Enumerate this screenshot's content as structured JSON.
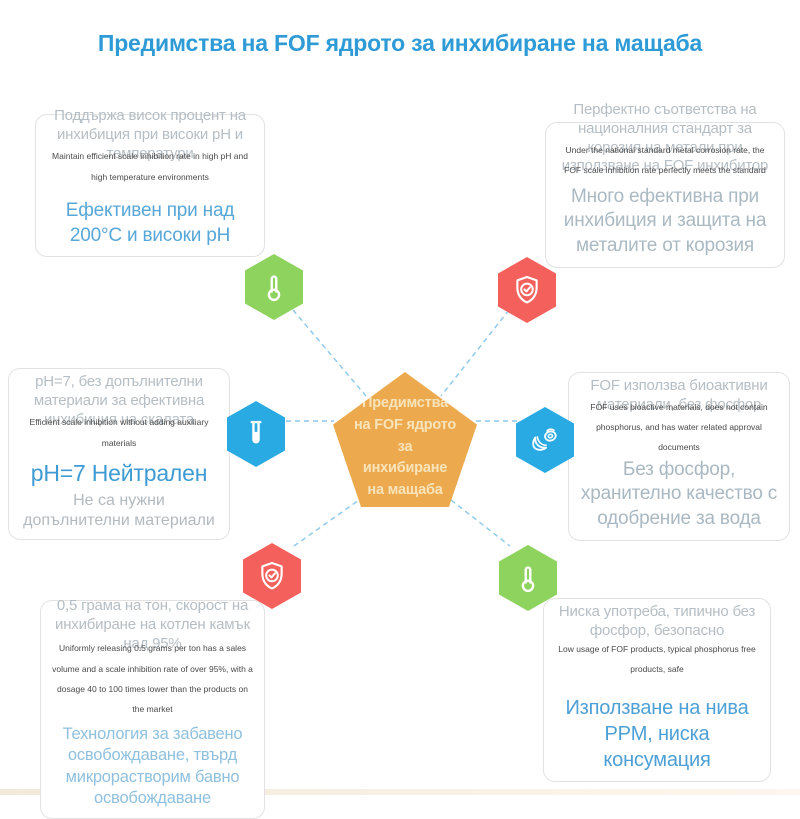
{
  "title": "Предимства на FOF ядрото за инхибиране на мащаба",
  "center": {
    "full_text": "Предимства на FOF ядрото за инхибиране на мащаба",
    "lines": [
      "Предимства",
      "на FOF ядрото",
      "за",
      "инхибиране",
      "на мащаба"
    ],
    "color": "#eda94e"
  },
  "cards": [
    {
      "position": "top-left",
      "heading": "Поддържа висок процент на инхибиция при високи pH и температури",
      "subtext": "Maintain efficient scale inhibition rate in high pH and high temperature environments",
      "highlight": "Ефективен при над 200°C и високи pH",
      "highlight_color": "#57a7d8"
    },
    {
      "position": "top-right",
      "heading": "Перфектно съответства на националния стандарт за корозия на метали при използване на FOF инхибитор",
      "subtext": "Under the national standard metal corrosion rate, the FOF scale inhibition rate perfectly meets the standard",
      "highlight": "Много ефективна при инхибиция и защита на металите от корозия",
      "highlight_color": "#aab9c2"
    },
    {
      "position": "middle-left",
      "heading": "pH=7, без допълнителни материали за ефективна инхибиция на скалата",
      "subtext": "Efficient scale inhibition without adding auxiliary materials",
      "highlight": "pH=7 Нейтрален",
      "highlight_color": "#3f9bd3",
      "note": "Не са нужни допълнителни материали"
    },
    {
      "position": "middle-right",
      "heading": "FOF използва биоактивни материали, без фосфор",
      "subtext": "FOF uses bioactive materials, does not contain phosphorus, and has water related approval documents",
      "highlight": "Без фосфор, хранително качество с одобрение за вода",
      "highlight_color": "#a9b8c2"
    },
    {
      "position": "bottom-left",
      "heading": "0,5 грама на тон, скорост на инхибиране на котлен камък над 95%",
      "subtext": "Uniformly releasing 0.5 grams per ton has a sales volume and a scale inhibition rate of over 95%, with a dosage 40 to 100 times lower than the products on the market",
      "highlight": "Технология за забавено освобождаване, твърд микрорастворим бавно освобождаване",
      "highlight_color": "#8fc0de"
    },
    {
      "position": "bottom-right",
      "heading": "Ниска употреба, типично без фосфор, безопасно",
      "subtext": "Low usage of FOF products, typical phosphorus free products, safe",
      "highlight": "Използване на нива PPM, ниска консумация",
      "highlight_color": "#4da0d6"
    }
  ],
  "hexagons": [
    {
      "position": "top-left",
      "icon": "thermometer-icon",
      "color": "#8ed35e"
    },
    {
      "position": "top-right",
      "icon": "shield-check-icon",
      "color": "#f4615d"
    },
    {
      "position": "middle-left",
      "icon": "test-tube-icon",
      "color": "#29aae3"
    },
    {
      "position": "middle-right",
      "icon": "fruit-icon",
      "color": "#29aae3"
    },
    {
      "position": "bottom-left",
      "icon": "shield-check-icon",
      "color": "#f4615d"
    },
    {
      "position": "bottom-right",
      "icon": "thermometer-icon",
      "color": "#8ed35e"
    }
  ],
  "colors": {
    "title": "#2e9bd6",
    "heading_gray": "#b5bec4",
    "subtext_dark": "#4a4a4a",
    "connector_blue": "#8ac7ea",
    "pentagon_orange": "#eda94e",
    "hex_green": "#8ed35e",
    "hex_red": "#f4615d",
    "hex_blue": "#29aae3",
    "bottom_bar": "#f3e9da"
  }
}
